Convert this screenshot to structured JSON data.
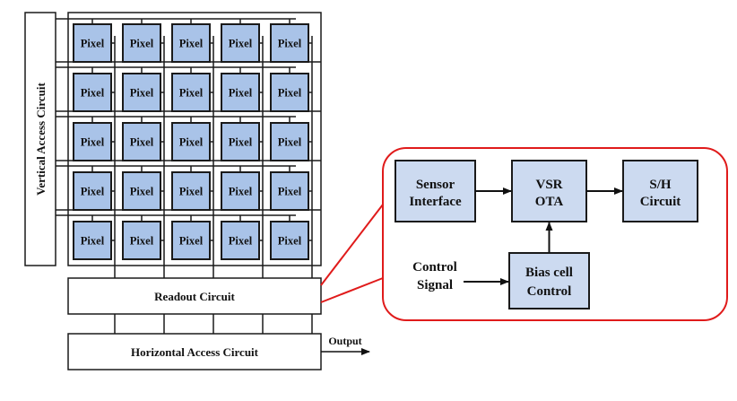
{
  "colors": {
    "pixel_fill": "#a9c3e8",
    "block_fill": "#ccdaf0",
    "stroke": "#1a1a1a",
    "callout": "#e01b1b"
  },
  "array": {
    "rows": 5,
    "cols": 5,
    "pixel_label": "Pixel"
  },
  "labels": {
    "vertical_access": "Vertical Access Circuit",
    "readout": "Readout Circuit",
    "horizontal_access": "Horizontal Access Circuit",
    "output": "Output"
  },
  "detail": {
    "sensor_interface": [
      "Sensor",
      "Interface"
    ],
    "vsr_ota": [
      "VSR",
      "OTA"
    ],
    "sh_circuit": [
      "S/H",
      "Circuit"
    ],
    "bias_cell": [
      "Bias cell",
      "Control"
    ],
    "control_signal": [
      "Control",
      "Signal"
    ]
  }
}
